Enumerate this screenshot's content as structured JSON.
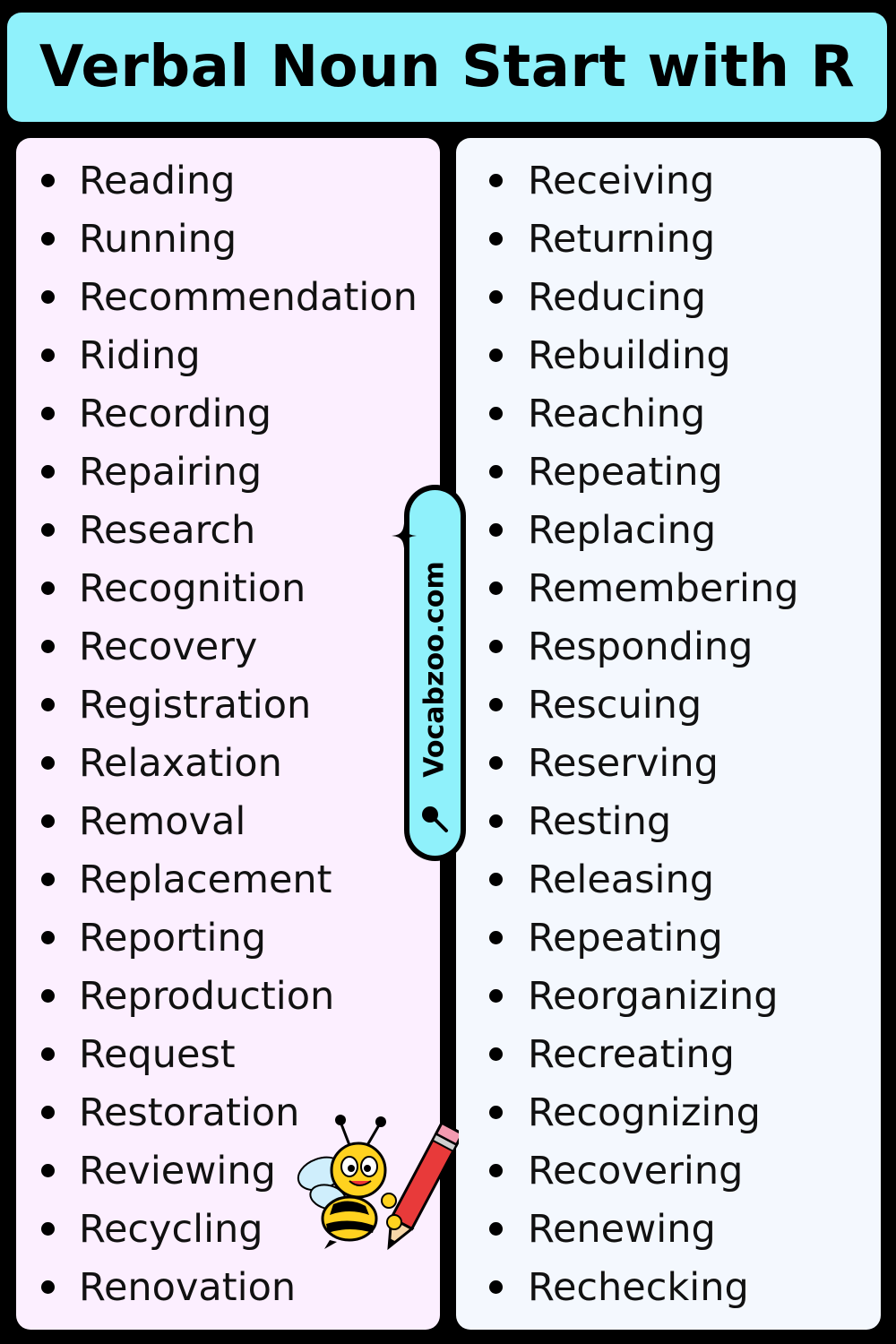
{
  "title": "Verbal Noun Start with R",
  "brand": "Vocabzoo.com",
  "icons": {
    "sparkle": "sparkle-icon",
    "search": "search-icon",
    "mascot": "bee-with-pencil-illustration"
  },
  "colors": {
    "background": "#000000",
    "title_bg": "#8ff1fb",
    "left_panel_bg": "#fcefff",
    "right_panel_bg": "#f4f8fe",
    "text": "#111111"
  },
  "left_column": [
    "Reading",
    "Running",
    "Recommendation",
    "Riding",
    "Recording",
    "Repairing",
    "Research",
    "Recognition",
    "Recovery",
    "Registration",
    "Relaxation",
    "Removal",
    "Replacement",
    "Reporting",
    "Reproduction",
    "Request",
    "Restoration",
    "Reviewing",
    "Recycling",
    "Renovation"
  ],
  "right_column": [
    "Receiving",
    "Returning",
    "Reducing",
    "Rebuilding",
    "Reaching",
    "Repeating",
    "Replacing",
    "Remembering",
    "Responding",
    "Rescuing",
    "Reserving",
    "Resting",
    "Releasing",
    "Repeating",
    "Reorganizing",
    "Recreating",
    "Recognizing",
    "Recovering",
    "Renewing",
    "Rechecking"
  ]
}
